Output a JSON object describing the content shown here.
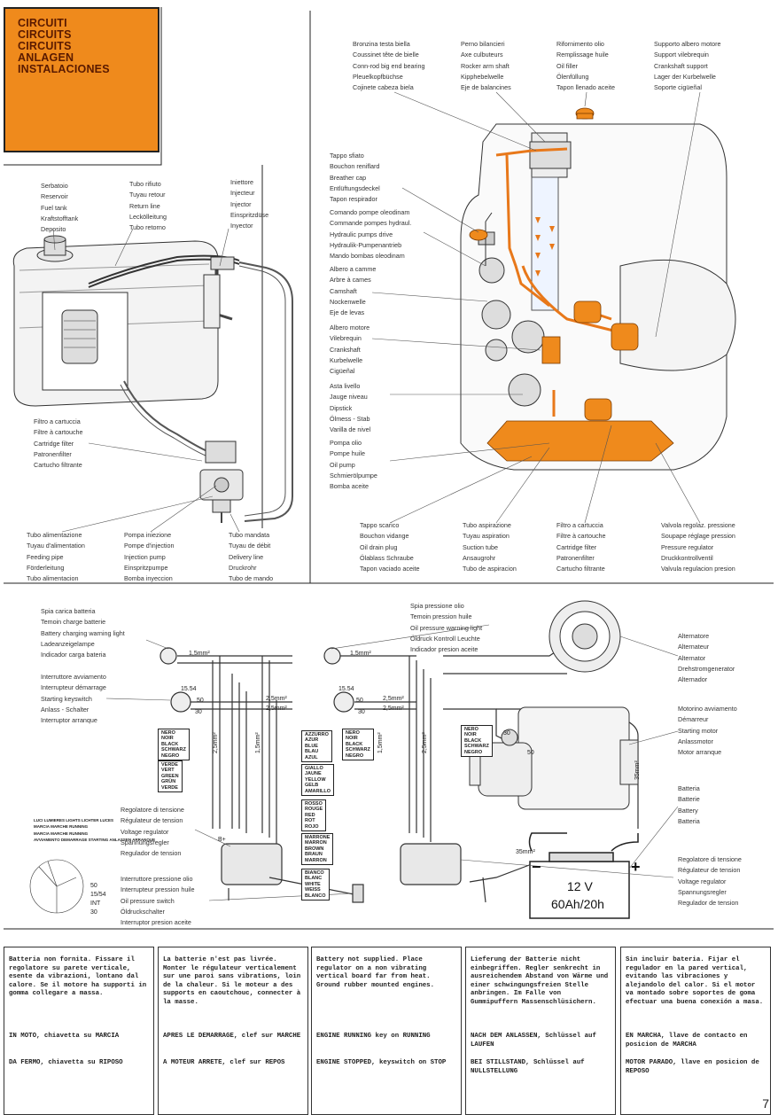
{
  "title": [
    "CIRCUITI",
    "CIRCUITS",
    "CIRCUITS",
    "ANLAGEN",
    "INSTALACIONES"
  ],
  "fuel_labels": {
    "tank": [
      "Serbatoio",
      "Reservoir",
      "Fuel tank",
      "Kraftstofftank",
      "Deposito"
    ],
    "return_pipe": [
      "Tubo rifiuto",
      "Tuyau retour",
      "Return line",
      "Leckölleitung",
      "Tubo retorno"
    ],
    "injector": [
      "Iniettore",
      "Injecteur",
      "Injector",
      "Einspritzdüse",
      "Inyector"
    ],
    "filter": [
      "Filtro a cartuccia",
      "Filtre à cartouche",
      "Cartridge filter",
      "Patronenfilter",
      "Cartucho filtrante"
    ],
    "feed_pipe": [
      "Tubo alimentazione",
      "Tuyau d'alimentation",
      "Feeding pipe",
      "Förderleitung",
      "Tubo alimentacion"
    ],
    "injection_pump": [
      "Pompa iniezione",
      "Pompe d'injection",
      "Injection pump",
      "Einspritzpumpe",
      "Bomba inyeccion"
    ],
    "delivery_pipe": [
      "Tubo mandata",
      "Tuyau de débit",
      "Delivery line",
      "Druckrohr",
      "Tubo de mando"
    ]
  },
  "lube_labels": {
    "conrod_bushing": [
      "Bronzina testa biella",
      "Coussinet tête de bielle",
      "Conn-rod big end bearing",
      "Pleuelkopfbüchse",
      "Cojinete cabeza biela"
    ],
    "rocker_shaft": [
      "Perno bilancieri",
      "Axe culbuteurs",
      "Rocker arm shaft",
      "Kipphebelwelle",
      "Eje de balancines"
    ],
    "oil_filler": [
      "Rifornimento olio",
      "Remplissage huile",
      "Oil filler",
      "Ölenfüllung",
      "Tapon llenado aceite"
    ],
    "crankshaft_support": [
      "Supporto albero motore",
      "Support vilebrequin",
      "Crankshaft support",
      "Lager der Kurbelwelle",
      "Soporte cigüeñal"
    ],
    "breather": [
      "Tappo sfiato",
      "Bouchon reniflard",
      "Breather cap",
      "Entlüftungsdeckel",
      "Tapon respirador"
    ],
    "hydraulic_drive": [
      "Comando pompe oleodinam",
      "Commande pompes hydraul.",
      "Hydraulic pumps drive",
      "Hydraulik-Pumpenantrieb",
      "Mando bombas oleodinam"
    ],
    "camshaft": [
      "Albero a camme",
      "Arbre à cames",
      "Camshaft",
      "Nockenwelle",
      "Eje de levas"
    ],
    "crankshaft": [
      "Albero motore",
      "Vilebrequin",
      "Crankshaft",
      "Kurbelwelle",
      "Cigüeñal"
    ],
    "dipstick": [
      "Asta livello",
      "Jauge niveau",
      "Dipstick",
      "Ölmess - Stab",
      "Varilla de nivel"
    ],
    "oil_pump": [
      "Pompa olio",
      "Pompe huile",
      "Oil pump",
      "Schmierölpumpe",
      "Bomba aceite"
    ],
    "drain_plug": [
      "Tappo scarico",
      "Bouchon vidange",
      "Oil drain plug",
      "Ölablass Schraube",
      "Tapon vaciado aceite"
    ],
    "suction_pipe": [
      "Tubo aspirazione",
      "Tuyau aspiration",
      "Suction tube",
      "Ansaugrohr",
      "Tubo de aspiracion"
    ],
    "oil_cartridge": [
      "Filtro a cartuccia",
      "Filtre à cartouche",
      "Cartridge filter",
      "Patronenfilter",
      "Cartucho filtrante"
    ],
    "pressure_valve": [
      "Valvola regolaz. pressione",
      "Soupape réglage pression",
      "Pressure regulator",
      "Druckkontrollventil",
      "Valvula regulacion presion"
    ]
  },
  "elec_labels": {
    "charge_lamp": [
      "Spia carica batteria",
      "Temoin charge batterie",
      "Battery charging warning light",
      "Ladeanzeigelampe",
      "Indicador carga bateria"
    ],
    "keyswitch": [
      "Interruttore avviamento",
      "Interrupteur démarrage",
      "Starting keyswitch",
      "Anlass - Schalter",
      "Interruptor arranque"
    ],
    "regulator_left": [
      "Regolatore di tensione",
      "Régulateur de tension",
      "Voltage regulator",
      "Spannungsregler",
      "Regulador de tension"
    ],
    "pressure_switch": [
      "Interruttore pressione olio",
      "Interrupteur pression huile",
      "Oil pressure switch",
      "Öldruckschalter",
      "Interruptor presion aceite"
    ],
    "oil_lamp": [
      "Spia pressione olio",
      "Temoin pression huile",
      "Oil pressure warning light",
      "Öldruck Kontroll Leuchte",
      "Indicador presion aceite"
    ],
    "alternator": [
      "Alternatore",
      "Alternateur",
      "Alternator",
      "Drehstromgenerator",
      "Alternador"
    ],
    "starter": [
      "Motorino avviamento",
      "Démarreur",
      "Starting motor",
      "Anlassmotor",
      "Motor arranque"
    ],
    "battery": [
      "Batteria",
      "Batterie",
      "Battery",
      "Batteria"
    ],
    "regulator_right": [
      "Regolatore di tensione",
      "Régulateur de tension",
      "Voltage regulator",
      "Spannungsregler",
      "Regulador de tension"
    ]
  },
  "wire_colors": {
    "black": [
      "NERO",
      "NOIR",
      "BLACK",
      "SCHWARZ",
      "NEGRO"
    ],
    "blue": [
      "AZZURRO",
      "AZUR",
      "BLUE",
      "BLAU",
      "AZUL"
    ],
    "green": [
      "VERDE",
      "VERT",
      "GREEN",
      "GRÜN",
      "VERDE"
    ],
    "yellow": [
      "GIALLO",
      "JAUNE",
      "YELLOW",
      "GELB",
      "AMARILLO"
    ],
    "red": [
      "ROSSO",
      "ROUGE",
      "RED",
      "ROT",
      "ROJO"
    ],
    "brown": [
      "MARRONE",
      "MARRON",
      "BROWN",
      "BRAUN",
      "MARRON"
    ],
    "white": [
      "BIANCO",
      "BLANC",
      "WHITE",
      "WEISS",
      "BLANCO"
    ]
  },
  "key_positions": [
    "LUCI LUMIERES LIGHTS LICHTER LUCES",
    "MARCIA MARCHE RUNNING",
    "MARCIA MARCHE RUNNING",
    "AVVIAMENTO DEMARRAGE STARTING ANLASSEN ARRANQUE"
  ],
  "key_labels": [
    "50",
    "15/54",
    "INT",
    "30"
  ],
  "specs": {
    "s15a": "1,5mm²",
    "s15b": "1,5mm²",
    "s25a": "2,5mm²",
    "s25b": "2,5mm²",
    "s25c": "2,5mm²",
    "s25d": "2,5mm²",
    "t1554a": "15.54",
    "t1554b": "15.54",
    "t50a": "50",
    "t50b": "50",
    "t30a": "30",
    "t30b": "30",
    "s35a": "35mm²",
    "s35b": "35mm²",
    "sv25a": "2,5mm²",
    "sv15a": "1,5mm²",
    "sv25b": "2,5mm²",
    "sv15b": "1,5mm²",
    "alt_b": "B+"
  },
  "battery_display": {
    "voltage": "12 V",
    "capacity": "60Ah/20h",
    "minus": "−",
    "plus": "+"
  },
  "notes": [
    {
      "lang": "it",
      "supplied": "Batteria non fornita. Fissare il regolatore su parete verticale, esente da vibrazioni, lontano dal calore. Se il motore ha supporti in gomma collegare a massa.",
      "running": "IN MOTO, chiavetta su MARCIA",
      "stopped": "DA FERMO, chiavetta su RIPOSO"
    },
    {
      "lang": "fr",
      "supplied": "La batterie n'est pas livrée. Monter le régulateur verticalement sur une paroi sans vibrations, loin de la chaleur. Si le moteur a des supports en caoutchouc, connecter à la masse.",
      "running": "APRES LE DEMARRAGE, clef sur MARCHE",
      "stopped": "A MOTEUR ARRETE, clef sur REPOS"
    },
    {
      "lang": "en",
      "supplied": "Battery not supplied. Place regulator on a non vibrating vertical board far from heat. Ground rubber mounted engines.",
      "running": "ENGINE RUNNING key on RUNNING",
      "stopped": "ENGINE STOPPED, keyswitch on STOP"
    },
    {
      "lang": "de",
      "supplied": "Lieferung der Batterie nicht einbegriffen. Regler senkrecht in ausreichendem Abstand von Wärme und einer schwingungsfreien Stelle anbringen. Im Falle von Gummipuffern Massenschlüsichern.",
      "running": "NACH DEM ANLASSEN, Schlüssel auf LAUFEN",
      "stopped": "BEI STILLSTAND, Schlüssel auf NULLSTELLUNG"
    },
    {
      "lang": "es",
      "supplied": "Sin incluir bateria. Fijar el regulador en la pared vertical, evitando las vibraciones y alejandolo del calor. Si el motor va montado sobre soportes de goma efectuar una buena conexión a masa.",
      "running": "EN MARCHA, llave de contacto en posicion de MARCHA",
      "stopped": "MOTOR PARADO, llave en posicion de REPOSO"
    }
  ],
  "page_number": "7",
  "colors": {
    "accent": "#ef8a1c",
    "ink": "#222222"
  }
}
